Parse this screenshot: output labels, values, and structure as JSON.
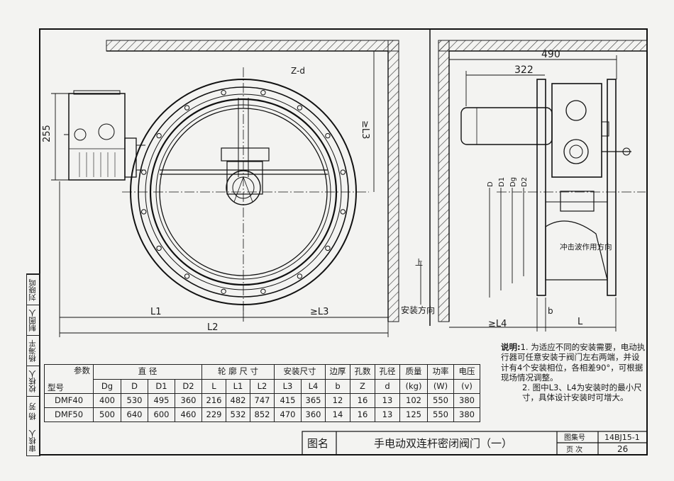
{
  "drawing": {
    "front_view": {
      "holes_label": "Z-d",
      "dim_255": "255",
      "dim_L3_right": "≥L3",
      "dim_L1": "L1",
      "dim_L3_bottom": "≥L3",
      "dim_L2": "L2"
    },
    "side_view": {
      "dim_490": "490",
      "dim_322": "322",
      "dia_labels": [
        "D",
        "D1",
        "Dg",
        "D2"
      ],
      "shock_label": "冲击波作用方向",
      "up_label": "上",
      "install_dir": "安装方向",
      "dim_L4": "≥L4",
      "dim_b": "b",
      "dim_L": "L"
    }
  },
  "table": {
    "header_param": "参数",
    "header_model": "型号",
    "group_diameter": "直 径",
    "group_outline": "轮 廓 尺 寸",
    "group_install": "安装尺寸",
    "col_edge": "边厚",
    "col_holes": "孔数",
    "col_hole_dia": "孔径",
    "col_mass": "质量",
    "col_power": "功率",
    "col_voltage": "电压",
    "sub_cols": [
      "Dg",
      "D",
      "D1",
      "D2",
      "L",
      "L1",
      "L2",
      "L3",
      "L4",
      "b",
      "Z",
      "d",
      "(kg)",
      "(W)",
      "(v)"
    ],
    "rows": [
      {
        "model": "DMF40",
        "values": [
          "400",
          "530",
          "495",
          "360",
          "216",
          "482",
          "747",
          "415",
          "365",
          "12",
          "16",
          "13",
          "102",
          "550",
          "380"
        ]
      },
      {
        "model": "DMF50",
        "values": [
          "500",
          "640",
          "600",
          "460",
          "229",
          "532",
          "852",
          "470",
          "360",
          "14",
          "16",
          "13",
          "125",
          "550",
          "380"
        ]
      }
    ]
  },
  "notes": {
    "title": "说明:",
    "items": [
      "1. 为适应不同的安装需要，电动执行器可任意安装于阀门左右两端，并设计有4个安装相位，各相差90°，可根据现场情况调整。",
      "2. 图中L3、L4为安装时的最小尺寸，具体设计安装时可增大。"
    ]
  },
  "title_block": {
    "name_label": "图名",
    "title": "手电动双连杆密闭阀门（一）",
    "atlas_label": "图集号",
    "atlas_no": "14BJ15-1",
    "page_label": "页 次",
    "page_no": "26"
  },
  "sidebar": {
    "cells": [
      "审核人",
      "杨 芳",
      "校核人",
      "杨海平",
      "制图人",
      "刘晓鸣"
    ]
  }
}
